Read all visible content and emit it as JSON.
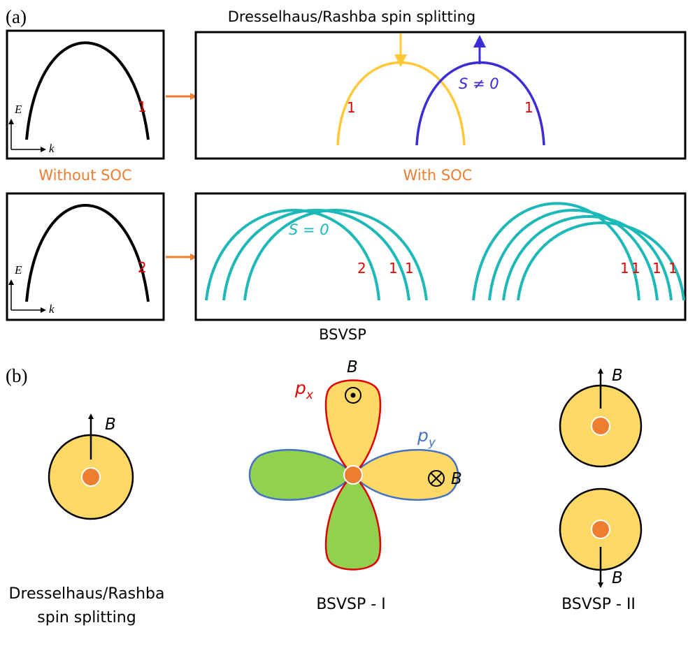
{
  "panel_a": {
    "label": "(a)",
    "top_title": "Dresselhaus/Rashba spin splitting",
    "without_soc": "Without SOC",
    "with_soc": "With SOC",
    "bottom_caption": "BSVSP",
    "axis_e": "E",
    "axis_k": "k",
    "deg_top_left": "1",
    "deg_bottom_left": "2",
    "spin_nonzero": "S ≠ 0",
    "spin_zero": "S = 0",
    "top_right_labels": [
      "1",
      "1"
    ],
    "bottom_group1_labels": [
      "2",
      "1",
      "1"
    ],
    "bottom_group2_labels": [
      "1",
      "1",
      "1",
      "1"
    ]
  },
  "panel_b": {
    "label": "(b)",
    "field_B": "B",
    "px_label": "p",
    "px_sub": "x",
    "py_label": "p",
    "py_sub": "y",
    "captions": {
      "left_line1": "Dresselhaus/Rashba",
      "left_line2": "spin splitting",
      "middle": "BSVSP - I",
      "right": "BSVSP - II"
    }
  },
  "colors": {
    "black": "#000000",
    "orange_text": "#ED7D31",
    "red_label": "#E00000",
    "yellow_band": "#FFC936",
    "blue_band": "#3D2BD6",
    "teal_band": "#1DB8B8",
    "orbital_fill_yellow": "#FFD966",
    "orbital_fill_green": "#92D050",
    "px_outline": "#E00000",
    "py_outline": "#4472C4",
    "atom_core": "#ED7D31"
  }
}
